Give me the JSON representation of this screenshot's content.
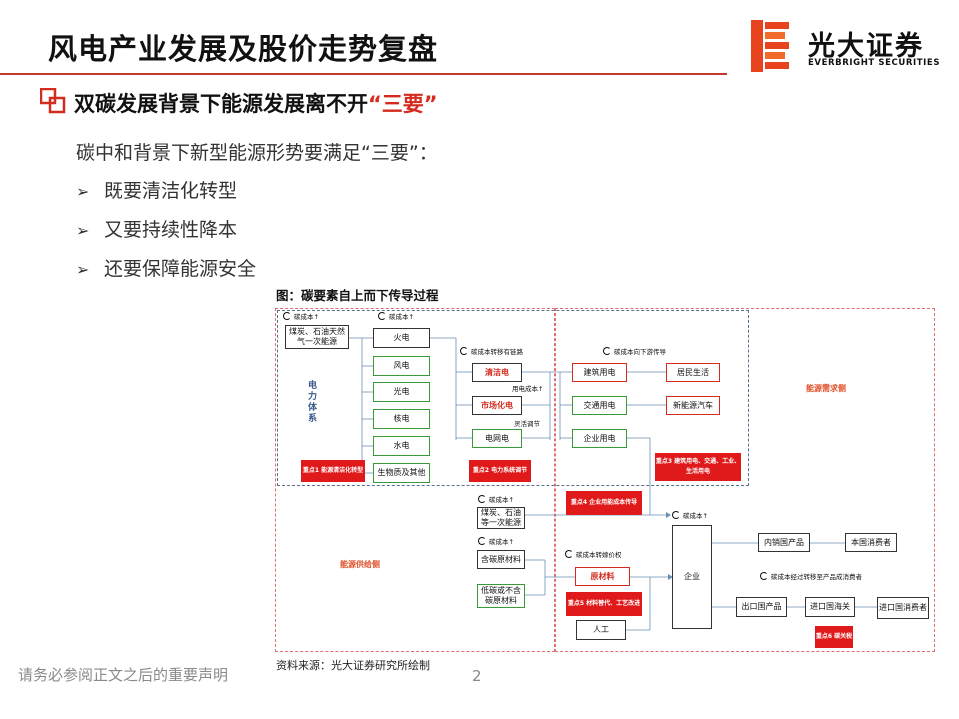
{
  "header": {
    "title": "风电产业发展及股价走势复盘",
    "logo_cn": "光大证券",
    "logo_en": "EVERBRIGHT SECURITIES"
  },
  "section": {
    "title_prefix": "双碳发展背景下能源发展离不开",
    "title_highlight": "“三要”"
  },
  "intro": "碳中和背景下新型能源形势要满足“三要”：",
  "bullets": [
    "既要清洁化转型",
    "又要持续性降本",
    "还要保障能源安全"
  ],
  "figure": {
    "title": "图：碳要素自上而下传导过程",
    "source": "资料来源：光大证券研究所绘制",
    "labels": {
      "cost_up_1": "碳成本↑",
      "cost_up_2": "碳成本↑",
      "cost_up_3": "碳成本↑",
      "cost_up_4": "碳成本↑",
      "cost_transfer": "碳成本转移有链路",
      "cost_down": "碳成本向下游传导",
      "elec_cost_up": "用电成本↑",
      "peak_adj": "灵活调节",
      "cost_pass": "碳成本转嫁价权",
      "cost_down2": "碳成本经过转移至产品成消费者",
      "power_system": "电力体系",
      "supply_side": "能源供给侧",
      "demand_side": "能源需求侧"
    },
    "fuel_top": "煤炭、石油天然气一次能源",
    "power_sources": [
      "火电",
      "风电",
      "光电",
      "核电",
      "水电",
      "生物质及其他"
    ],
    "grid": [
      "清洁电",
      "市场化电",
      "电网电"
    ],
    "uses": [
      "建筑用电",
      "交通用电",
      "企业用电"
    ],
    "use_targets": [
      "居民生活",
      "新能源汽车"
    ],
    "fuel_mid": "煤炭、石油等一次能源",
    "materials": [
      "含碳原材料",
      "低碳或不含碳原材料"
    ],
    "raw_mat": "原材料",
    "labor": "人工",
    "enterprise": "企业",
    "products": [
      "内销国产品",
      "出口国产品"
    ],
    "consumers": [
      "本国消费者",
      "进口国消费者"
    ],
    "customs": "进口国海关",
    "focus": {
      "f1": "重点1 能源清洁化转型",
      "f2": "重点2 电力系统调节",
      "f3": "重点3 建筑用电、交通、工业、生活用电",
      "f4": "重点4 企业用能成本传导",
      "f5": "重点5 材料替代、工艺改进",
      "f6": "重点6 碳关税"
    }
  },
  "footer": {
    "disclaimer": "请务必参阅正文之后的重要声明",
    "page": "2"
  }
}
